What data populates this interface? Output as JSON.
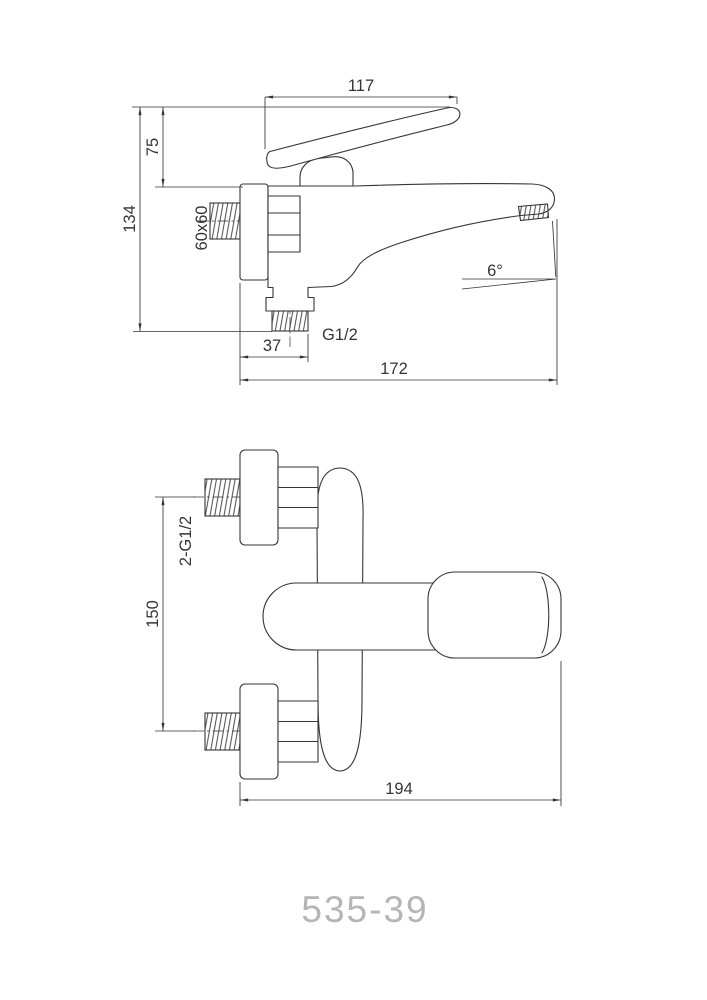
{
  "colors": {
    "background": "#ffffff",
    "line": "#353535",
    "dim_text": "#353535",
    "model_text": "#b5b5b5"
  },
  "side_view": {
    "dims": {
      "handle_length": "117",
      "handle_height": "75",
      "overall_height": "134",
      "flange_size": "60x60",
      "outlet_thread": "G1/2",
      "spout_angle": "6°",
      "outlet_offset": "37",
      "overall_depth": "172"
    }
  },
  "front_view": {
    "dims": {
      "inlet_thread": "2-G1/2",
      "inlet_spacing": "150",
      "overall_width": "194"
    }
  },
  "footer": {
    "model_number": "535-39"
  }
}
